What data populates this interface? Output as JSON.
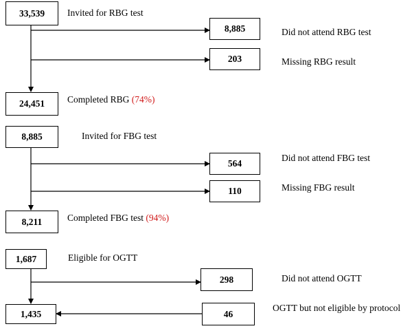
{
  "colors": {
    "line": "#000000",
    "percent": "#d11a1a"
  },
  "stage1": {
    "start": {
      "value": "33,539",
      "label": "Invited for RBG test"
    },
    "exclusions": [
      {
        "value": "8,885",
        "label": "Did not attend RBG test"
      },
      {
        "value": "203",
        "label": "Missing RBG result"
      }
    ],
    "end": {
      "value": "24,451",
      "label": "Completed RBG",
      "percent": "(74%)"
    }
  },
  "stage2": {
    "start": {
      "value": "8,885",
      "label": "Invited for FBG test"
    },
    "exclusions": [
      {
        "value": "564",
        "label": "Did not attend FBG test"
      },
      {
        "value": "110",
        "label": "Missing FBG result"
      }
    ],
    "end": {
      "value": "8,211",
      "label": "Completed FBG test",
      "percent": "(94%)"
    }
  },
  "stage3": {
    "start": {
      "value": "1,687",
      "label": "Eligible for OGTT"
    },
    "exclusions": [
      {
        "value": "298",
        "label": "Did not attend OGTT"
      }
    ],
    "addition": {
      "value": "46",
      "label": "OGTT but not eligible by protocol"
    },
    "end": {
      "value": "1,435"
    }
  }
}
